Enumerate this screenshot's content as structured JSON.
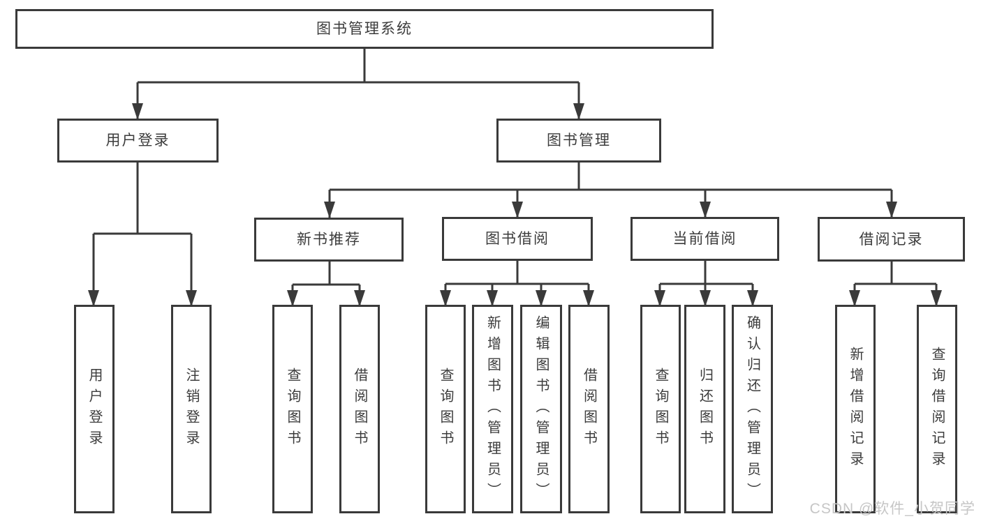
{
  "diagram": {
    "root": {
      "label": "图书管理系统"
    },
    "level2": [
      {
        "label": "用户登录"
      },
      {
        "label": "图书管理"
      }
    ],
    "level3": [
      {
        "label": "新书推荐"
      },
      {
        "label": "图书借阅"
      },
      {
        "label": "当前借阅"
      },
      {
        "label": "借阅记录"
      }
    ],
    "leaves": [
      {
        "label": "用户登录"
      },
      {
        "label": "注销登录"
      },
      {
        "label": "查询图书"
      },
      {
        "label": "借阅图书"
      },
      {
        "label": "查询图书"
      },
      {
        "label": "新增图书（管理员）"
      },
      {
        "label": "编辑图书（管理员）"
      },
      {
        "label": "借阅图书"
      },
      {
        "label": "查询图书"
      },
      {
        "label": "归还图书"
      },
      {
        "label": "确认归还（管理员）"
      },
      {
        "label": "新增借阅记录"
      },
      {
        "label": "查询借阅记录"
      }
    ],
    "watermark": "CSDN @软件_小贺同学",
    "colors": {
      "line": "#3a3a3a",
      "text": "#3c3c3c",
      "box_background": "#ffffff",
      "watermark": "#c6c6c6"
    }
  }
}
